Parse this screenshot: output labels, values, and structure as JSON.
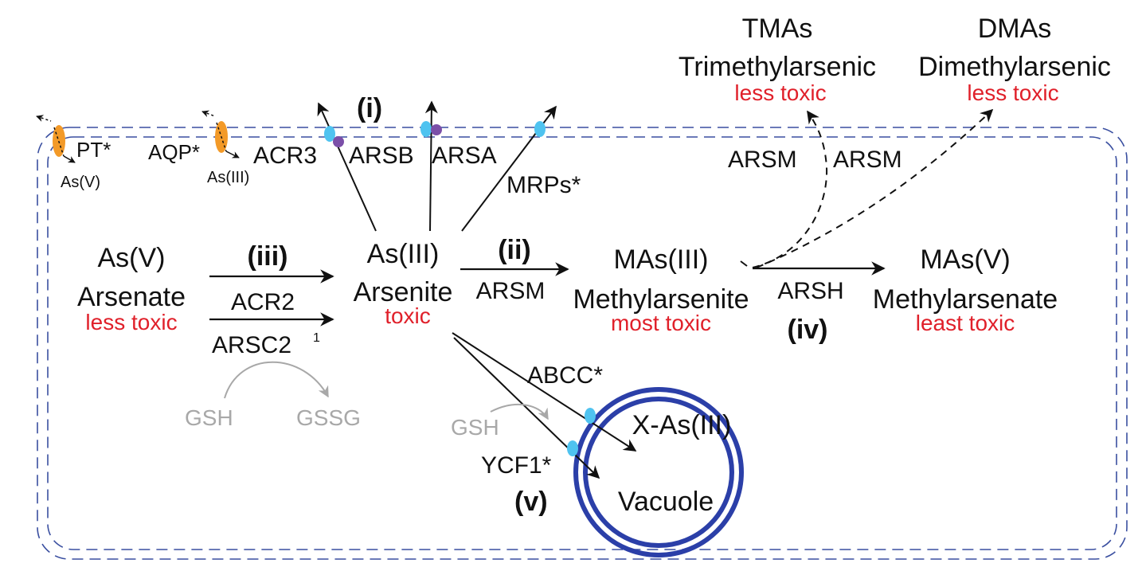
{
  "pools": {
    "arsenate": {
      "formula": "As(V)",
      "name": "Arsenate",
      "toxicity": "less toxic"
    },
    "arsenite": {
      "formula": "As(III)",
      "name": "Arsenite",
      "toxicity": "toxic"
    },
    "methylarsenite": {
      "formula": "MAs(III)",
      "name": "Methylarsenite",
      "toxicity": "most toxic"
    },
    "methylarsenate": {
      "formula": "MAs(V)",
      "name": "Methylarsenate",
      "toxicity": "least toxic"
    },
    "tmas": {
      "formula": "TMAs",
      "name": "Trimethylarsenic",
      "toxicity": "less toxic"
    },
    "dmas": {
      "formula": "DMAs",
      "name": "Dimethylarsenic",
      "toxicity": "less toxic"
    }
  },
  "steps": {
    "i": "(i)",
    "ii": "(ii)",
    "iii": "(iii)",
    "iv": "(iv)",
    "v": "(v)"
  },
  "enzymes": {
    "acr2": "ACR2",
    "arsc2": "ARSC2",
    "arsc2_sup": "1",
    "arsm_main": "ARSM",
    "arsm_left": "ARSM",
    "arsm_right": "ARSM",
    "arsh": "ARSH"
  },
  "transporters": {
    "pt": "PT*",
    "pt_substrate": "As(V)",
    "aqp": "AQP*",
    "aqp_substrate": "As(III)",
    "acr3": "ACR3",
    "arsb": "ARSB",
    "arsa": "ARSA",
    "mrps": "MRPs*",
    "abcc": "ABCC*",
    "ycf1": "YCF1*"
  },
  "cofactors": {
    "gsh_left": "GSH",
    "gssg": "GSSG",
    "gsh_vacuole": "GSH"
  },
  "vacuole": {
    "complex": "X-As(III)",
    "label": "Vacuole"
  },
  "colors": {
    "toxicity_label": "#e0202a",
    "cell_boundary": "#3a4fa0",
    "vacuole_ring": "#2b3fa8",
    "transporter_cyan": "#4fc3f0",
    "transporter_purple": "#7b4fa8",
    "channel_orange": "#f39a28",
    "cofactor_grey": "#a8a8a8"
  }
}
